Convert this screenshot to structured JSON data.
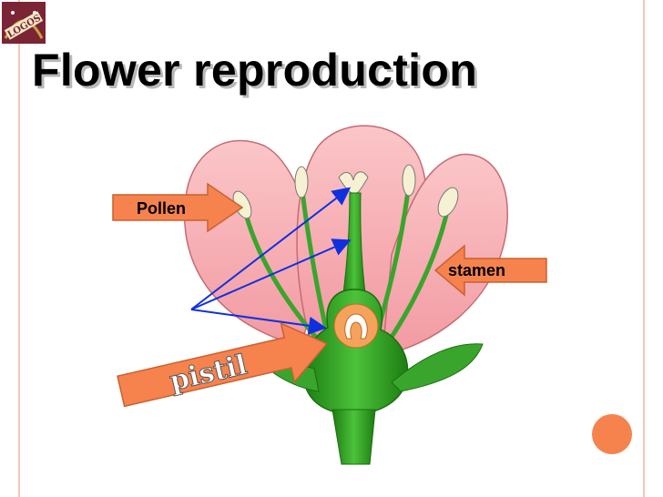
{
  "slide": {
    "title": "Flower reproduction",
    "logo_text": "LOGOS"
  },
  "labels": {
    "pollen": "Pollen",
    "stamen": "stamen",
    "pistil": "pistil"
  },
  "colors": {
    "petal": "#f6a8ad",
    "stem": "#2f9a1e",
    "arrow_fill": "#f6824e",
    "pointer_line": "#1030e0",
    "accent_line": "#f2c7b5"
  },
  "icons": [
    "logo-emblem",
    "arrow-right",
    "arrow-left",
    "pointer-arrow"
  ]
}
